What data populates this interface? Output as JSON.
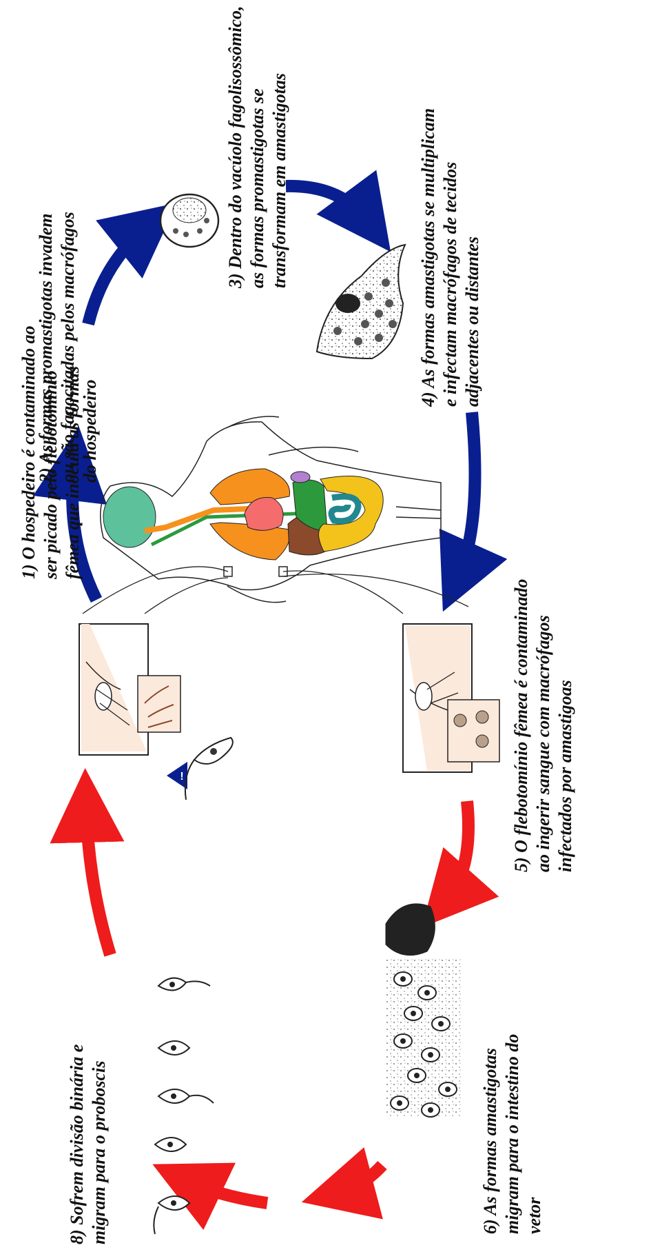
{
  "colors": {
    "host_arrow": "#0a1f8f",
    "vector_arrow": "#ee1c1c",
    "skin_panel": "#fbe9dc",
    "lung": "#f6911d",
    "brain": "#5dc19c",
    "heart": "#f56c6c",
    "liver": "#8b4a2b",
    "stomach": "#2c9a3c",
    "intestine_small": "#22888f",
    "intestine_large": "#f3c31c",
    "warning": "#0a1f8f"
  },
  "steps": {
    "s1": [
      "1) O hospedeiro é contaminado ao",
      "ser picado pelo flebotomínio",
      "fêmea que inocula as formas"
    ],
    "s2": [
      "2) As formas promastigotas invadem",
      "ou são fagocitadas pelos macrófagos",
      "do hospedeiro"
    ],
    "s3": [
      "3) Dentro do vacúolo fagolisossômico,",
      "as formas promastigotas se",
      "transformam em amastigotas"
    ],
    "s4": [
      "4) As formas amastigotas se multiplicam",
      "e infectam macrófagos de tecidos",
      "adjacentes ou distantes"
    ],
    "s5": [
      "5) O flebotomínio  fêmea é contaminado",
      "ao ingerir sangue com macrófagos",
      "infectados por amastigoas"
    ],
    "s6": [
      "6) As formas amastigotas",
      "migram para o intestino do",
      "vetor"
    ],
    "s8": [
      "8) Sofrem divisão binária e",
      "migram para o proboscis"
    ]
  },
  "icons": {
    "warning": "warning-triangle-icon",
    "warning_symbol": "!"
  }
}
